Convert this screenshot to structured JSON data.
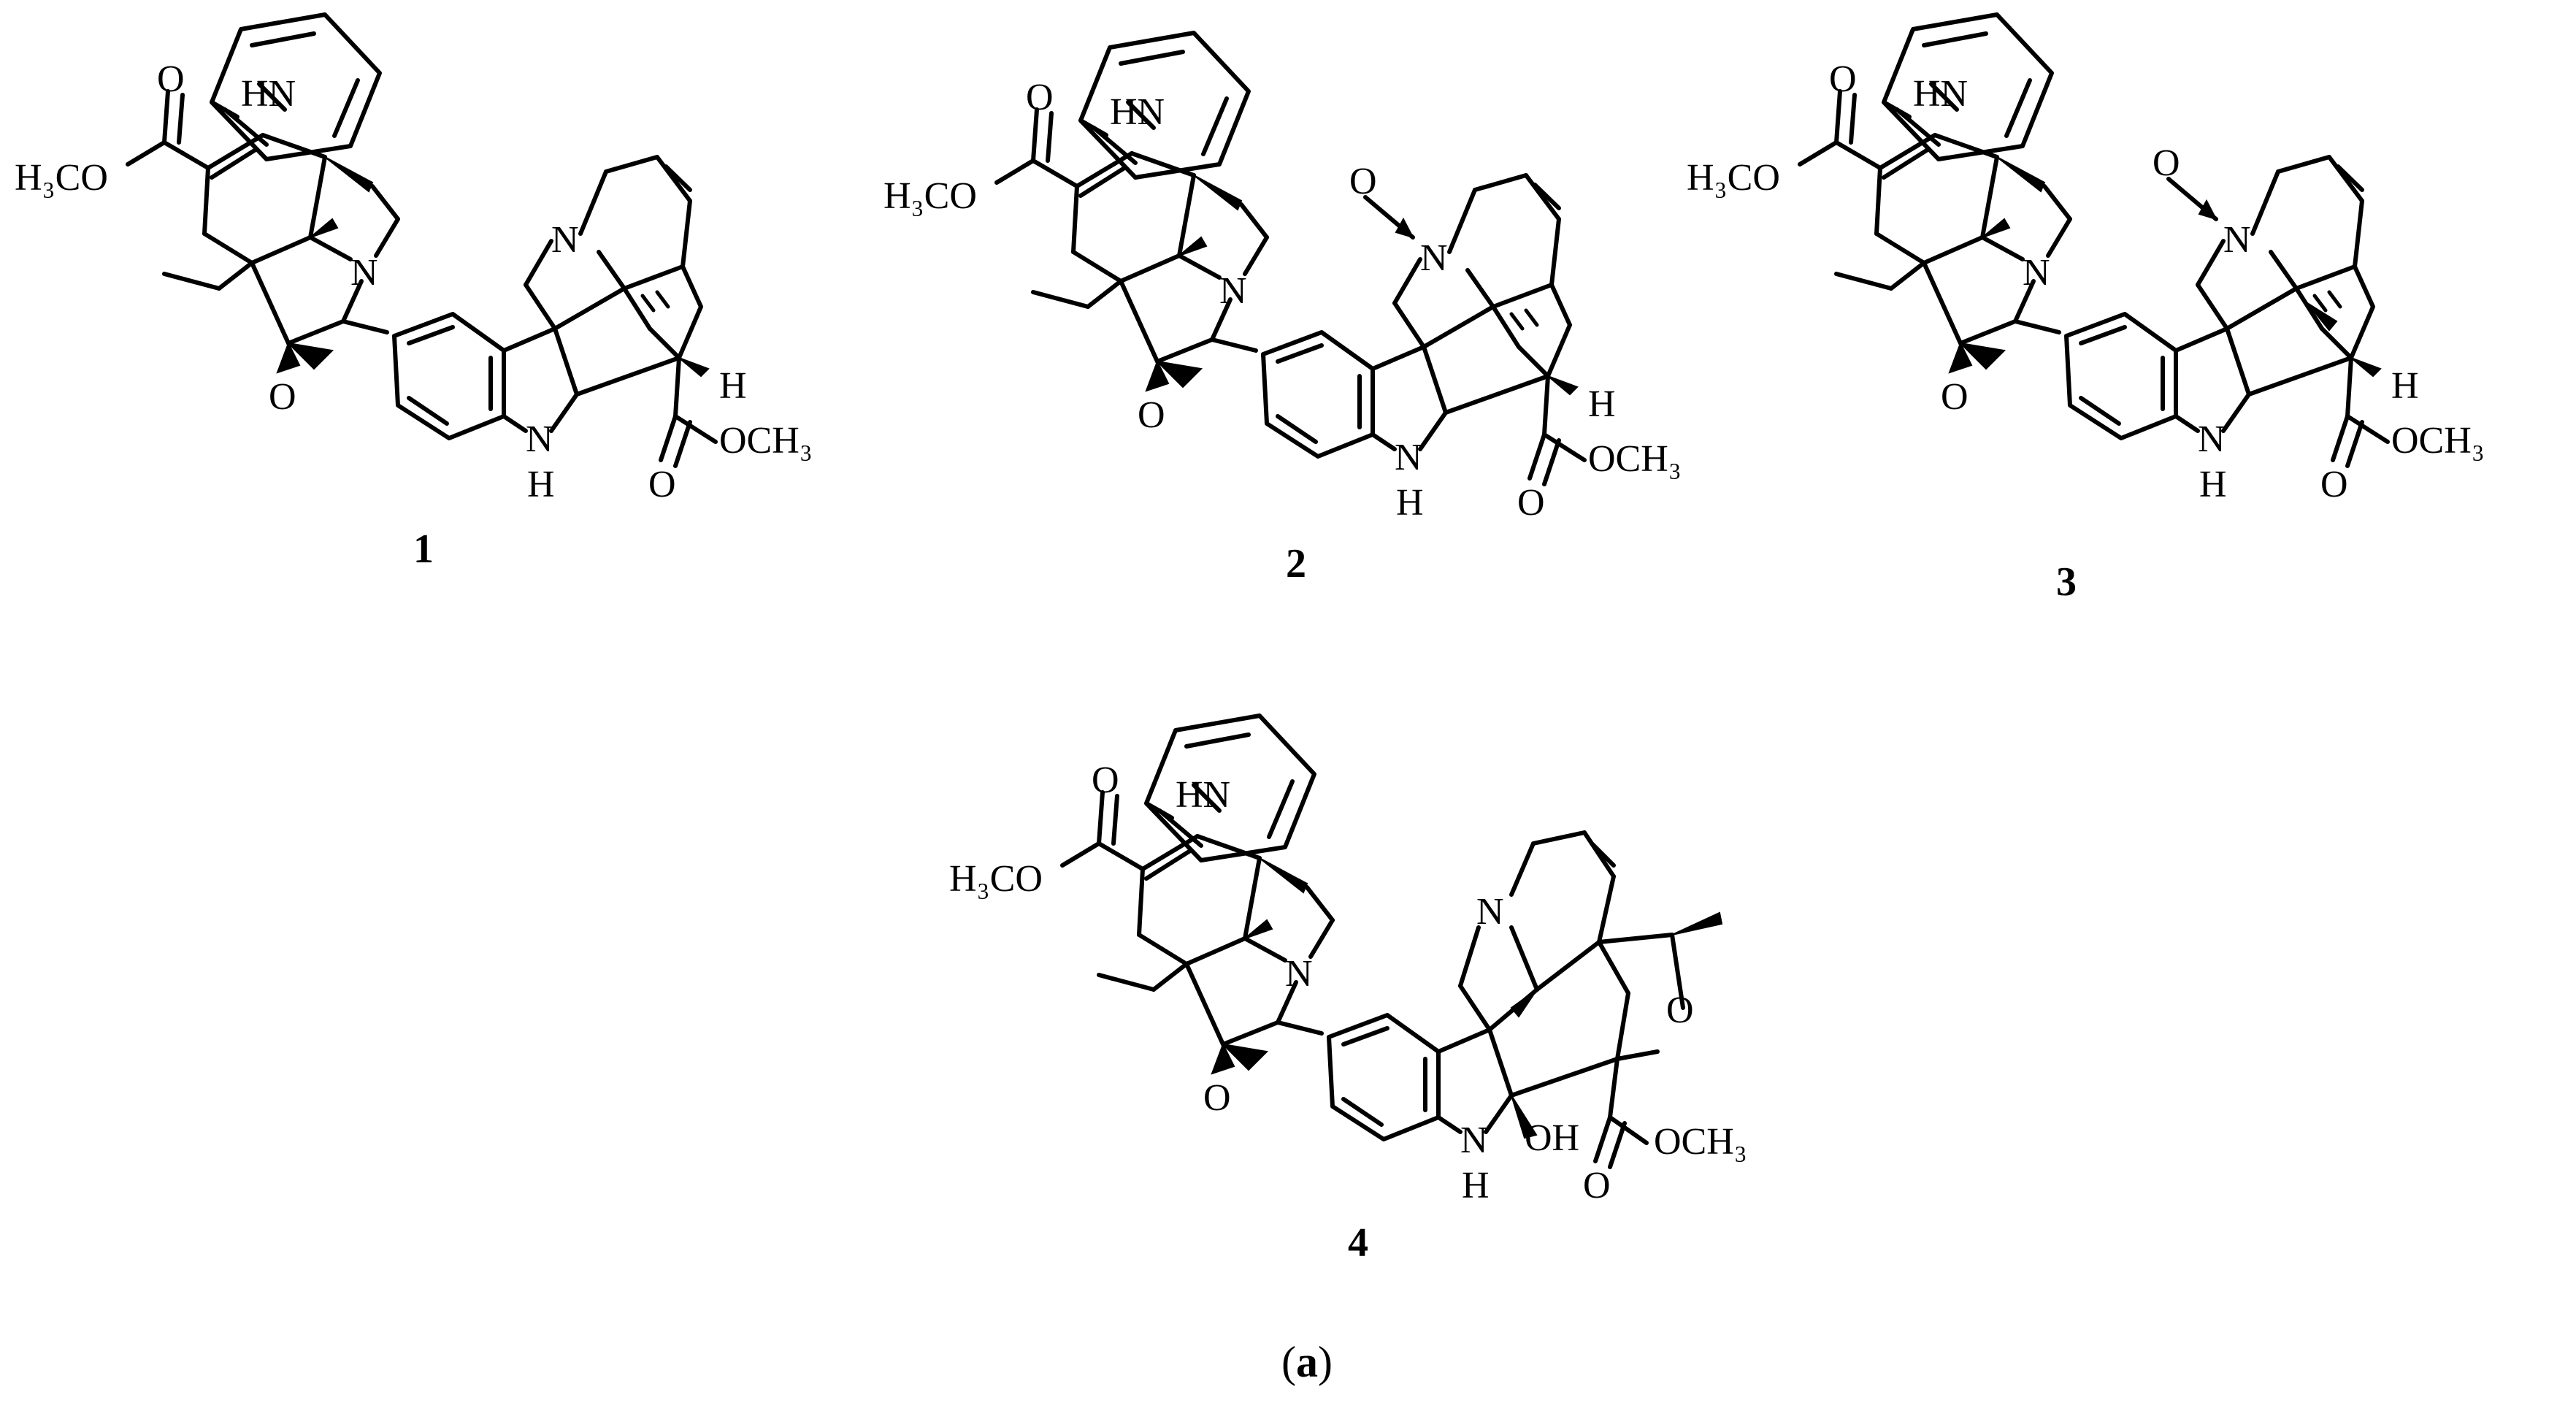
{
  "compounds": [
    {
      "label": "1",
      "atoms": {
        "indole_nh": "HN",
        "ester_o": "O",
        "ester": "H₃CO",
        "ether_o": "O",
        "n1": "N",
        "n2": "N",
        "indoline_nh": "N",
        "indoline_h": "H",
        "hydrogen": "H",
        "ester2_o": "O",
        "ester2": "OCH₃"
      }
    },
    {
      "label": "2",
      "atoms": {
        "indole_nh": "HN",
        "ester_o": "O",
        "ester": "H₃CO",
        "ether_o": "O",
        "n1": "N",
        "n2": "N",
        "n_oxide_o": "O",
        "indoline_nh": "N",
        "indoline_h": "H",
        "hydrogen": "H",
        "ester2_o": "O",
        "ester2": "OCH₃"
      }
    },
    {
      "label": "3",
      "atoms": {
        "indole_nh": "HN",
        "ester_o": "O",
        "ester": "H₃CO",
        "ether_o": "O",
        "n1": "N",
        "n2": "N",
        "n_oxide_o": "O",
        "indoline_nh": "N",
        "indoline_h": "H",
        "hydrogen": "H",
        "ester2_o": "O",
        "ester2": "OCH₃"
      }
    },
    {
      "label": "4",
      "atoms": {
        "indole_nh": "HN",
        "ester_o": "O",
        "ester": "H₃CO",
        "ether_o": "O",
        "n1": "N",
        "n2": "N",
        "indoline_nh": "N",
        "indoline_h": "H",
        "hydroxyl": "OH",
        "ring_o": "O",
        "ester2_o": "O",
        "ester2": "OCH₃"
      }
    }
  ],
  "caption": {
    "open": "(",
    "letter": "a",
    "close": ")"
  }
}
